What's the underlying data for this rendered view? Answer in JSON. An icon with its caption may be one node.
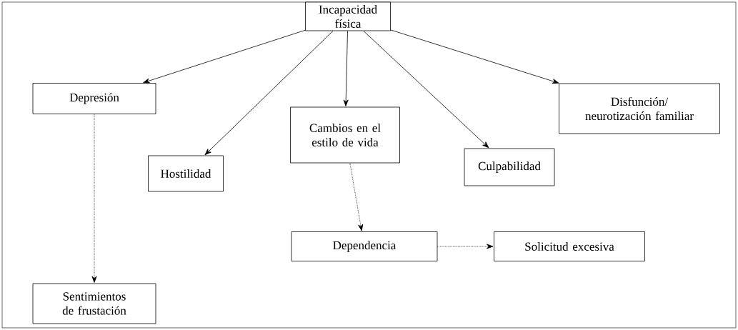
{
  "diagram": {
    "nodes": [
      {
        "text": [
          "Incapacidad física"
        ]
      },
      {
        "text": [
          "Depresión"
        ]
      },
      {
        "text": [
          "Hostilidad"
        ]
      },
      {
        "text": [
          "Cambios en el estilo de vida"
        ]
      },
      {
        "text": [
          "Culpabilidad"
        ]
      },
      {
        "text": [
          "Disfunción/ neurotización familiar"
        ]
      },
      {
        "text": [
          "Dependencia"
        ]
      },
      {
        "text": [
          "Solicitud excesiva"
        ]
      },
      {
        "text": [
          "Sentimientos de frustación"
        ]
      }
    ],
    "edges": [
      {
        "from": 0,
        "to": 1,
        "arrow": "to"
      },
      {
        "from": 0,
        "to": 2,
        "arrow": "to"
      },
      {
        "from": 0,
        "to": 3,
        "arrow": "to"
      },
      {
        "from": 0,
        "to": 4,
        "arrow": "to"
      },
      {
        "from": 0,
        "to": 5,
        "arrow": "to"
      },
      {
        "from": 1,
        "to": 8,
        "arrow": "to",
        "style": "dashed"
      },
      {
        "from": 3,
        "to": 6,
        "arrow": "to",
        "style": "dashed"
      },
      {
        "from": 6,
        "to": 7,
        "arrow": "to",
        "style": "dashed"
      }
    ]
  }
}
